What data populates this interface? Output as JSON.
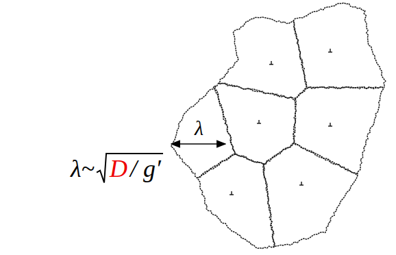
{
  "diagram": {
    "labels": [
      "λ",
      "λ~",
      "D",
      "/ g′"
    ]
  }
}
